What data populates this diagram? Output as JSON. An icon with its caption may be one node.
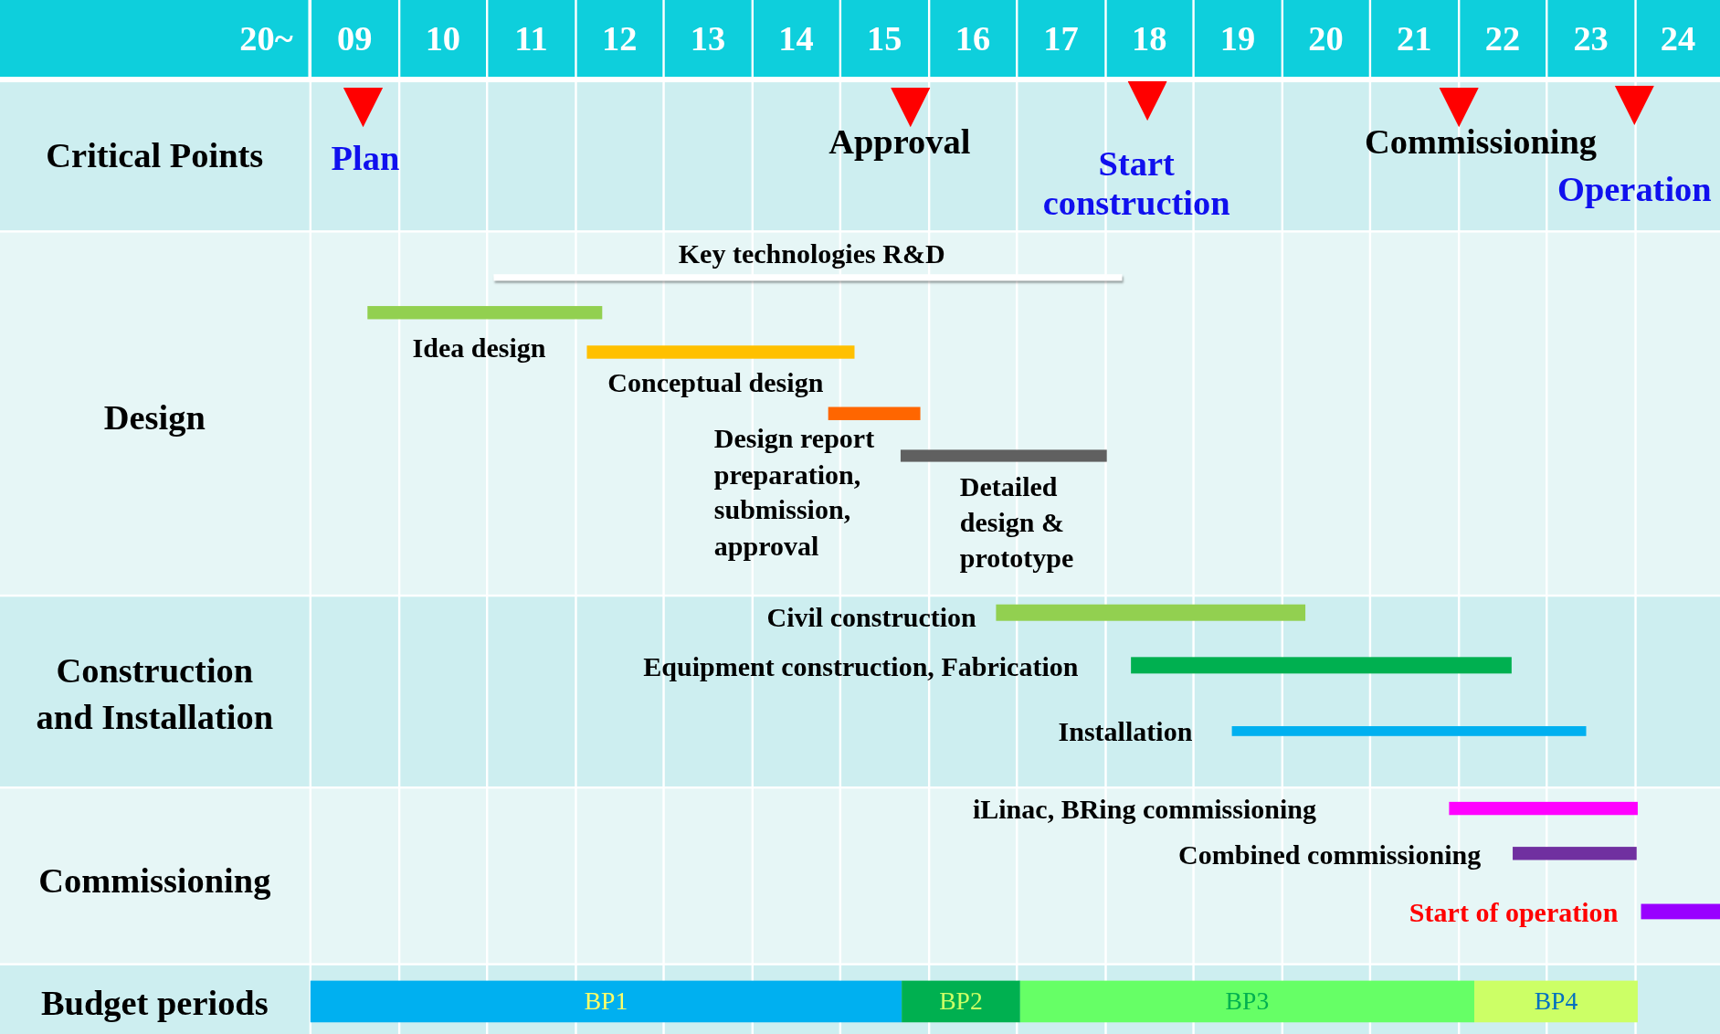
{
  "diagram": {
    "nodes": [
      {
        "text": [],
        "shape": "triangle",
        "beside": [
          "Plan"
        ]
      },
      {
        "text": [],
        "shape": "triangle",
        "beside": [
          "Approval"
        ]
      },
      {
        "text": [],
        "shape": "triangle",
        "beside": [
          "Start construction"
        ]
      },
      {
        "text": [],
        "shape": "triangle",
        "beside": [
          "Commissioning"
        ]
      },
      {
        "text": [],
        "shape": "triangle",
        "beside": [
          "Operation"
        ]
      },
      {
        "text": [],
        "shape": "bar",
        "beside": [
          "Key technologies R&D"
        ]
      },
      {
        "text": [],
        "shape": "bar",
        "beside": [
          "Idea design"
        ]
      },
      {
        "text": [],
        "shape": "bar",
        "beside": [
          "Conceptual design"
        ]
      },
      {
        "text": [],
        "shape": "bar",
        "beside": [
          "Design report preparation, submission, approval"
        ]
      },
      {
        "text": [],
        "shape": "bar",
        "beside": [
          "Detailed design & prototype"
        ]
      },
      {
        "text": [],
        "shape": "bar",
        "beside": [
          "Civil construction"
        ]
      },
      {
        "text": [],
        "shape": "bar",
        "beside": [
          "Equipment construction, Fabrication"
        ]
      },
      {
        "text": [],
        "shape": "bar",
        "beside": [
          "Installation"
        ]
      },
      {
        "text": [],
        "shape": "bar"
      },
      {
        "text": [],
        "shape": "bar",
        "beside": [
          "Combined commissioning"
        ]
      },
      {
        "text": [],
        "shape": "bar",
        "beside": [
          "Start of operation"
        ]
      },
      {
        "text": [
          "BP1"
        ]
      },
      {
        "text": [
          "BP2"
        ]
      },
      {
        "text": [
          "BP3"
        ]
      },
      {
        "text": [
          "BP4"
        ]
      }
    ],
    "edges": [],
    "labels": [
      "20~",
      "09",
      "10",
      "11",
      "12",
      "13",
      "14",
      "15",
      "16",
      "17",
      "18",
      "19",
      "20",
      "21",
      "22",
      "23",
      "24",
      "Critical Points",
      "Design",
      "Construction and Installation",
      "Commissioning",
      "Budget periods",
      "iLinac, BRing commissioning"
    ]
  }
}
